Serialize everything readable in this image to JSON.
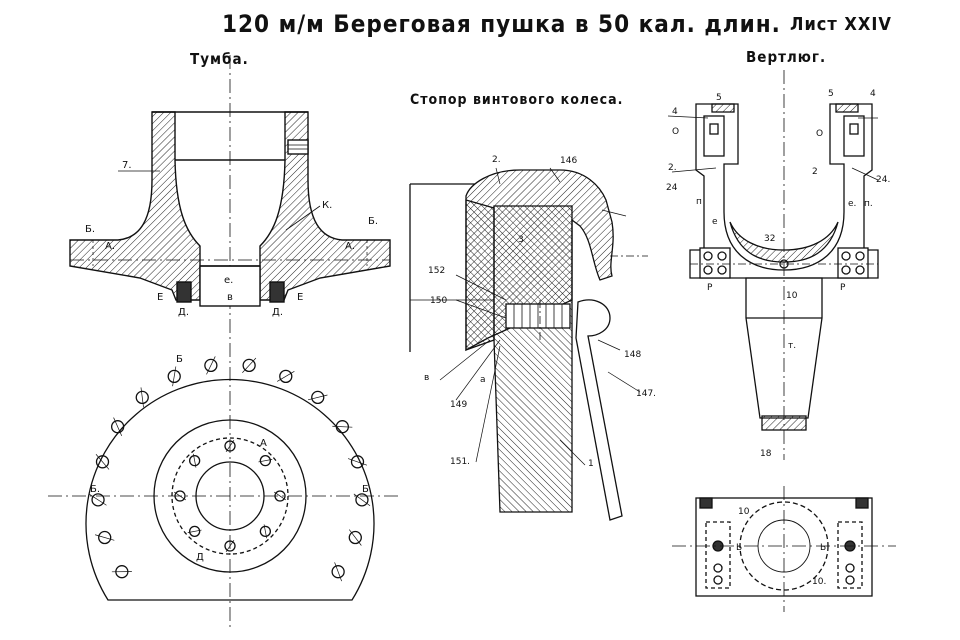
{
  "header": {
    "title": "120 м/м Береговая пушка в 50 кал. длин.",
    "sheet": "Лист XXIV"
  },
  "views": {
    "tumba": "Тумба.",
    "stopor": "Стопор винтового колеса.",
    "vertlug": "Вертлюг."
  },
  "callouts": {
    "tumba": {
      "t7": "7.",
      "k": "К.",
      "b_left": "Б.",
      "b_right": "Б.",
      "a_left": "А.",
      "a_right": "А.",
      "e_center": "е.",
      "v": "в",
      "e_left": "Е",
      "e_right": "Е",
      "d_left": "Д.",
      "d_right": "Д."
    },
    "plan": {
      "b_top": "Б",
      "b_left": "Б.",
      "b_right": "Б.",
      "a": "А",
      "d": "Д"
    },
    "stopor": {
      "n2": "2.",
      "n146": "146",
      "n3": "3",
      "n152": "152",
      "n150": "150",
      "n148": "148",
      "v": "в",
      "a": "а",
      "n149": "149",
      "n147": "147.",
      "n151": "151.",
      "n1": "1"
    },
    "vertlug": {
      "four_l": "4",
      "five_l": "5",
      "five_r": "5",
      "four_r": "4",
      "o_l": "О",
      "o_r": "О",
      "two_l": "2.",
      "two_r": "2",
      "n24_l": "24",
      "n24_r": "24.",
      "n_l": "п",
      "e_l": "е",
      "e_r": "е.",
      "n_r": "п.",
      "n32": "32",
      "p_l": "Р",
      "p_r": "Р",
      "n10": "10",
      "m": "т.",
      "n18": "18"
    },
    "base": {
      "n10_top": "10",
      "n10_bot": "10.",
      "b_l": "Ь",
      "b_r": "Ь"
    }
  },
  "colors": {
    "ink": "#111111",
    "paper": "#ffffff"
  }
}
